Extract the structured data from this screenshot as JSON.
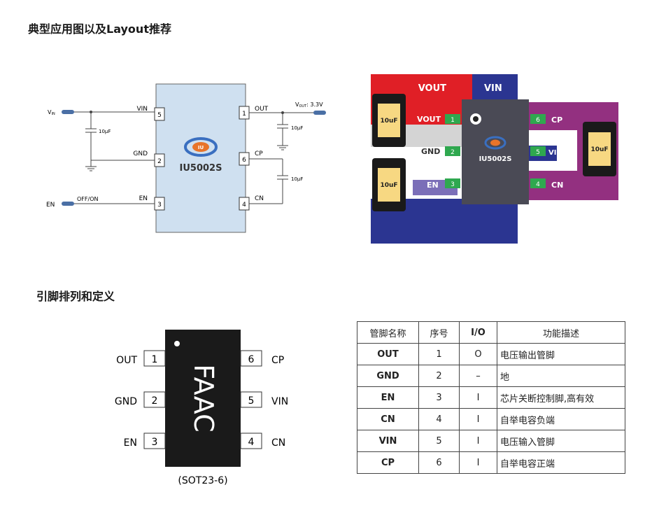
{
  "titles": {
    "typical": "典型应用图以及Layout推荐",
    "pinout": "引脚排列和定义"
  },
  "schematic": {
    "chip_name": "IU5002S",
    "logo_text": "IU",
    "vin_label": "V",
    "vin_sub": "IN",
    "vout_label": "V",
    "vout_sub": "OUT",
    "vout_value": ": 3.3V",
    "en_label": "EN",
    "offon_label": "OFF/ON",
    "cap_label": "10μF",
    "pins_left": [
      {
        "name": "VIN",
        "num": "5"
      },
      {
        "name": "GND",
        "num": "2"
      },
      {
        "name": "EN",
        "num": "3"
      }
    ],
    "pins_right": [
      {
        "name": "OUT",
        "num": "1"
      },
      {
        "name": "CP",
        "num": "6"
      },
      {
        "name": "CN",
        "num": "4"
      }
    ]
  },
  "layout": {
    "vout_title": "VOUT",
    "vin_title": "VIN",
    "chip_name": "IU5002S",
    "logo_text": "IU",
    "cap_label": "10uF",
    "pads_left": [
      {
        "name": "VOUT",
        "num": "1"
      },
      {
        "name": "GND",
        "num": "2"
      },
      {
        "name": "EN",
        "num": "3"
      }
    ],
    "pads_right": [
      {
        "name": "CP",
        "num": "6"
      },
      {
        "name": "VIN",
        "num": "5"
      },
      {
        "name": "CN",
        "num": "4"
      }
    ],
    "colors": {
      "vout": "#e01f26",
      "vin": "#2b3591",
      "cp": "#933080",
      "gnd": "#d4d4d4",
      "chip": "#4a4a55",
      "pad": "#2fa84f"
    }
  },
  "package": {
    "marking": "FAAC",
    "type": "(SOT23-6)",
    "left": [
      {
        "name": "OUT",
        "num": "1"
      },
      {
        "name": "GND",
        "num": "2"
      },
      {
        "name": "EN",
        "num": "3"
      }
    ],
    "right": [
      {
        "name": "CP",
        "num": "6"
      },
      {
        "name": "VIN",
        "num": "5"
      },
      {
        "name": "CN",
        "num": "4"
      }
    ]
  },
  "table": {
    "headers": [
      "管脚名称",
      "序号",
      "I/O",
      "功能描述"
    ],
    "rows": [
      [
        "OUT",
        "1",
        "O",
        "电压输出管脚"
      ],
      [
        "GND",
        "2",
        "–",
        "地"
      ],
      [
        "EN",
        "3",
        "I",
        "芯片关断控制脚,高有效"
      ],
      [
        "CN",
        "4",
        "I",
        "自举电容负端"
      ],
      [
        "VIN",
        "5",
        "I",
        "电压输入管脚"
      ],
      [
        "CP",
        "6",
        "I",
        "自举电容正端"
      ]
    ]
  }
}
